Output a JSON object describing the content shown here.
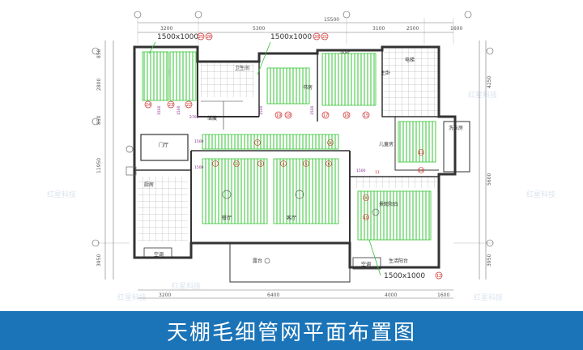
{
  "banner": {
    "title": "天棚毛细管网平面布置图"
  },
  "dimensions": {
    "top": [
      "3200",
      "5300",
      "3100",
      "2500",
      "1600"
    ],
    "top_total": "15500",
    "bottom": [
      "3200",
      "6400",
      "4000",
      "1600"
    ],
    "left": [
      "850",
      "2800",
      "850",
      "11950",
      "3950"
    ],
    "right": [
      "4250",
      "5600",
      "3950"
    ]
  },
  "mat_sizes": {
    "left": "1500x1000",
    "center": "1500x1000",
    "bottom_right": "1500x1000"
  },
  "rooms": {
    "bath": "卫生间",
    "lounge": "储藏",
    "bedroom2": "次卧一",
    "master": "主卧",
    "study": "书房",
    "elevator": "电梯",
    "hall": "门厅",
    "kitchen": "厨房",
    "dining": "餐厅",
    "living": "客厅",
    "balcony": "生活阳台",
    "kids": "儿童房",
    "landscape": "景观阳台",
    "laundry": "洗衣房",
    "terrace": "露台"
  },
  "labels": {
    "ac_left": "空调",
    "ac_right": "空调"
  },
  "mat_numbers": {
    "r1": [
      "24",
      "23",
      "22"
    ],
    "r2": [
      "20",
      "21"
    ],
    "r3": [
      "19",
      "18",
      "17",
      "16",
      "15"
    ],
    "r4": [
      "25",
      "26"
    ],
    "living": [
      "1",
      "2",
      "3",
      "4",
      "5",
      "6",
      "7",
      "8"
    ],
    "right": [
      "9",
      "10",
      "11",
      "12",
      "13",
      "14"
    ]
  },
  "small_dims": [
    "1500",
    "1500",
    "2700",
    "1500",
    "1500",
    "1500",
    "1500",
    "1500",
    "1500",
    "1500",
    "1500",
    "1500"
  ],
  "watermark": "红星科技",
  "colors": {
    "banner": "#1b74b8",
    "capillary": "#33c433",
    "wall": "#333333",
    "dim": "#777777",
    "mark": "#cc2222",
    "axis": "#555555"
  }
}
